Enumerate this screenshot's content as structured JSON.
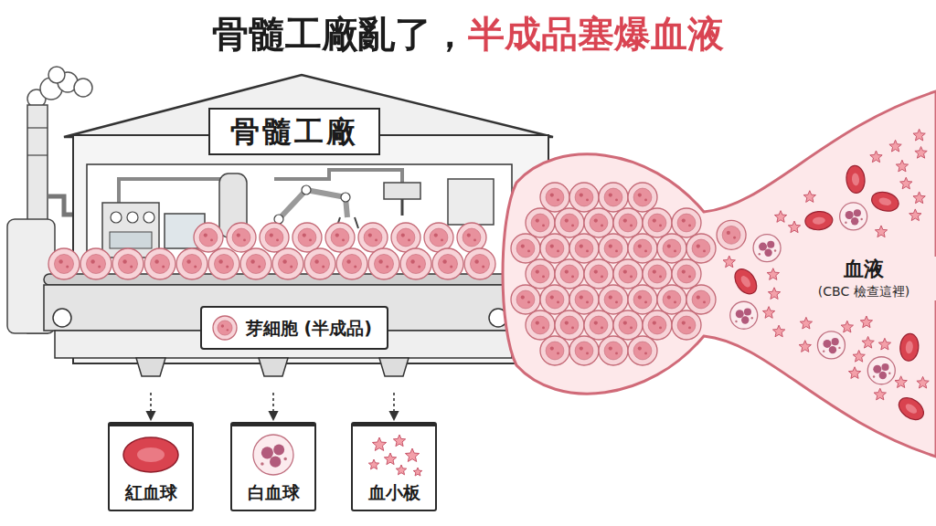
{
  "diagram": {
    "title": "骨髓工廠亂了，半成品塞爆血液",
    "nodes": [
      {
        "text": [
          "骨髓工廠"
        ]
      },
      {
        "text": [
          "芽細胞 (半成品)"
        ],
        "in": 0
      },
      {
        "text": [
          "血液",
          "(CBC 檢查這裡)"
        ]
      },
      {
        "text": [
          "紅血球"
        ]
      },
      {
        "text": [
          "白血球"
        ]
      },
      {
        "text": [
          "血小板"
        ]
      }
    ],
    "edges": [
      {
        "from": 0,
        "to": 3,
        "arrow": "to"
      },
      {
        "from": 0,
        "to": 4,
        "arrow": "to"
      },
      {
        "from": 0,
        "to": 5,
        "arrow": "to"
      }
    ]
  }
}
